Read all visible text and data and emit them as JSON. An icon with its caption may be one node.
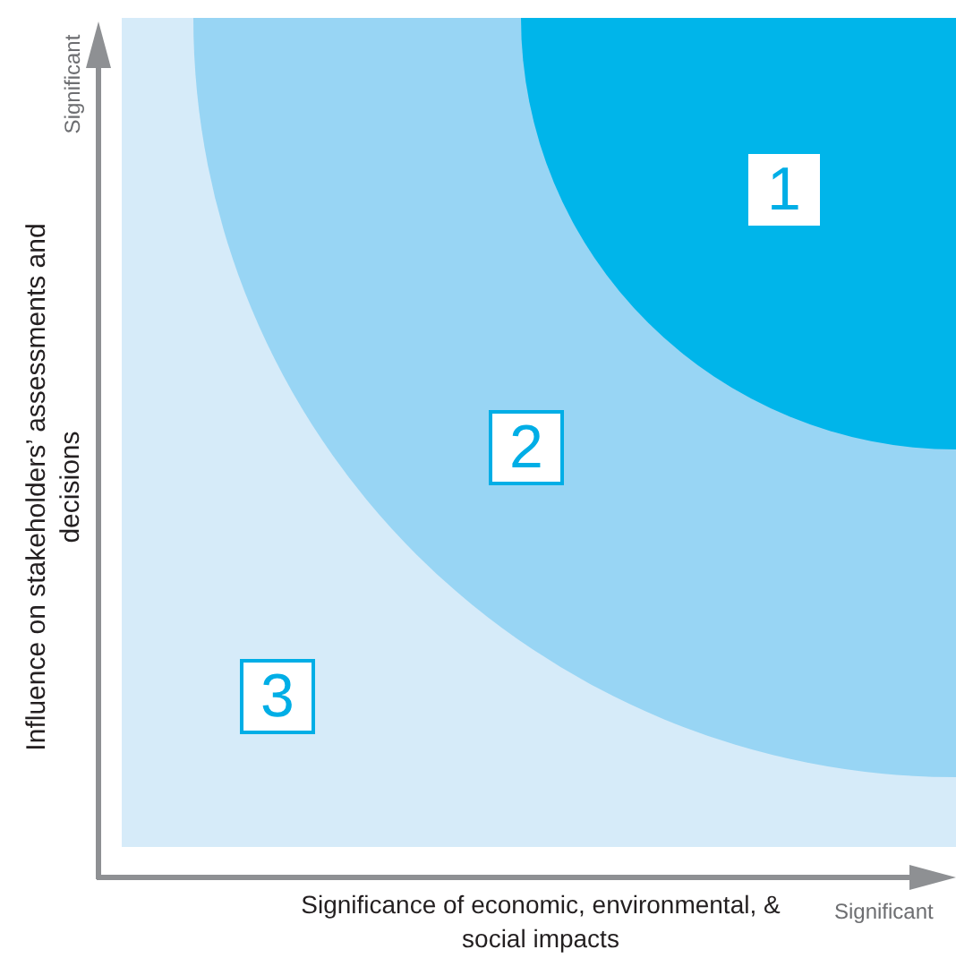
{
  "diagram": {
    "nodes": [
      {
        "text": [
          "1"
        ]
      },
      {
        "text": [
          "2"
        ]
      },
      {
        "text": [
          "3"
        ]
      }
    ],
    "labels": [
      "Significant",
      "Influence on stakeholders’ assessments and decisions",
      "Significance of economic, environmental, & social impacts",
      "Significant"
    ]
  }
}
